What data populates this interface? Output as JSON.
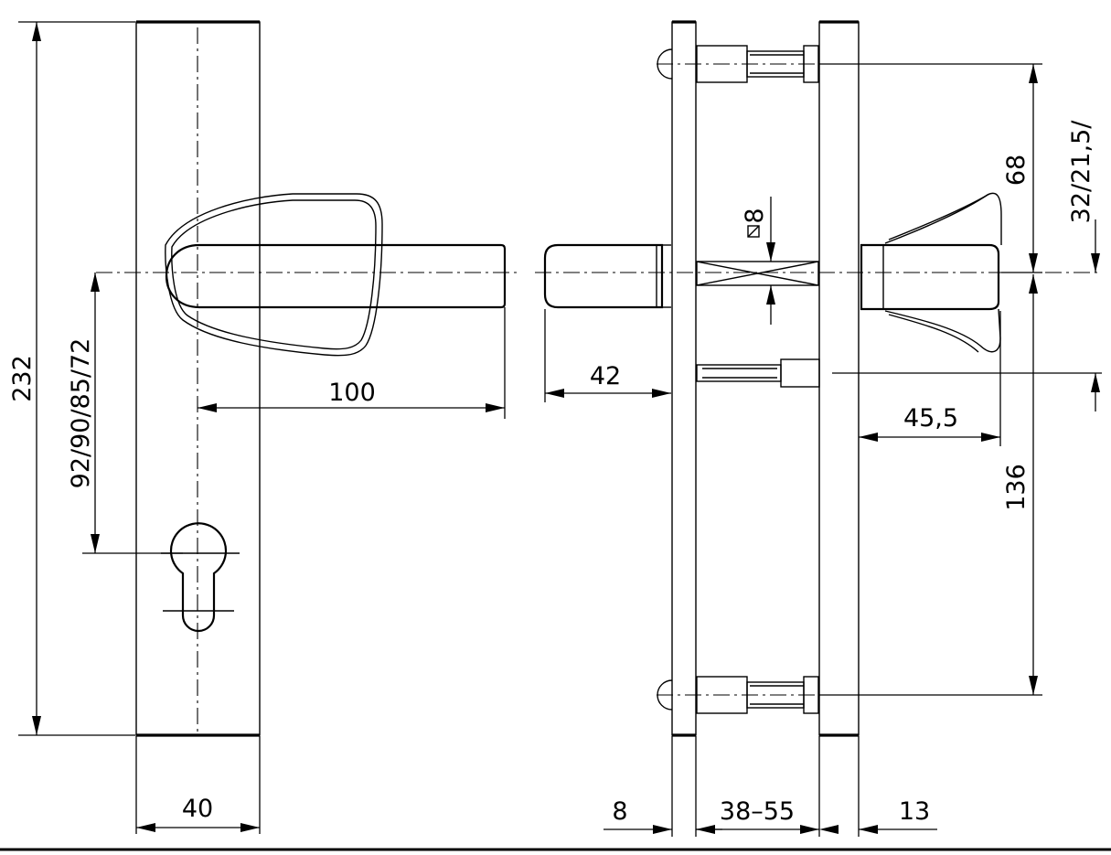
{
  "drawing": {
    "title": "",
    "front_view": {
      "plate_height": "232",
      "plate_width": "40",
      "handle_length": "100",
      "cylinder_distances": "92/90/85/72"
    },
    "side_view": {
      "spindle_projection": "42",
      "spindle_square": "8",
      "outer_plate_thickness": "8",
      "door_thickness_range": "38–55",
      "inner_plate_thickness": "13",
      "knob_projection": "45,5",
      "upper_fixing_distance": "68",
      "lower_fixing_distance": "136",
      "offset_values": "32/21,5/"
    }
  },
  "colors": {
    "line": "#000000",
    "background": "#ffffff"
  },
  "icons": {
    "square_symbol": "square-section-icon"
  }
}
